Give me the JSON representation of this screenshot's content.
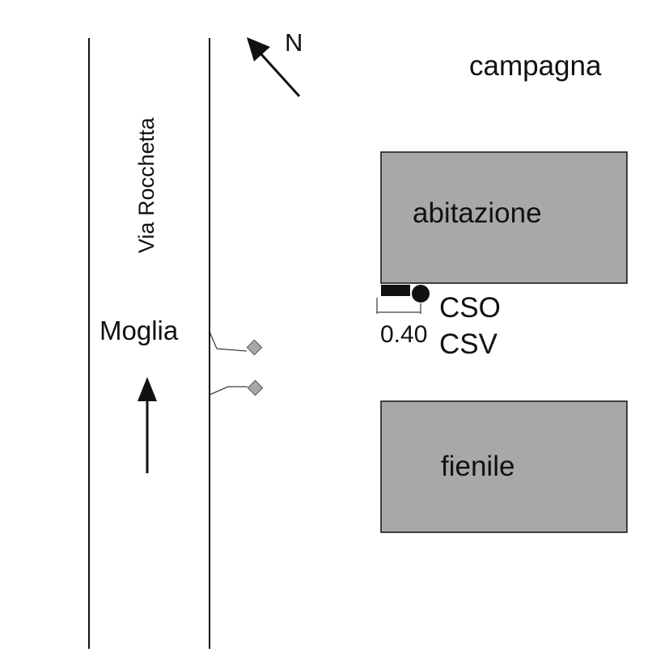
{
  "labels": {
    "north": "N",
    "campagna": "campagna",
    "street": "Via Rocchetta",
    "moglia": "Moglia",
    "abitazione": "abitazione",
    "fienile": "fienile",
    "cso": "CSO",
    "csv": "CSV",
    "dimension": "0.40"
  },
  "colors": {
    "building_fill": "#a8a8a8",
    "lines": "#111111",
    "manhole_fill": "#a8a8a8"
  }
}
